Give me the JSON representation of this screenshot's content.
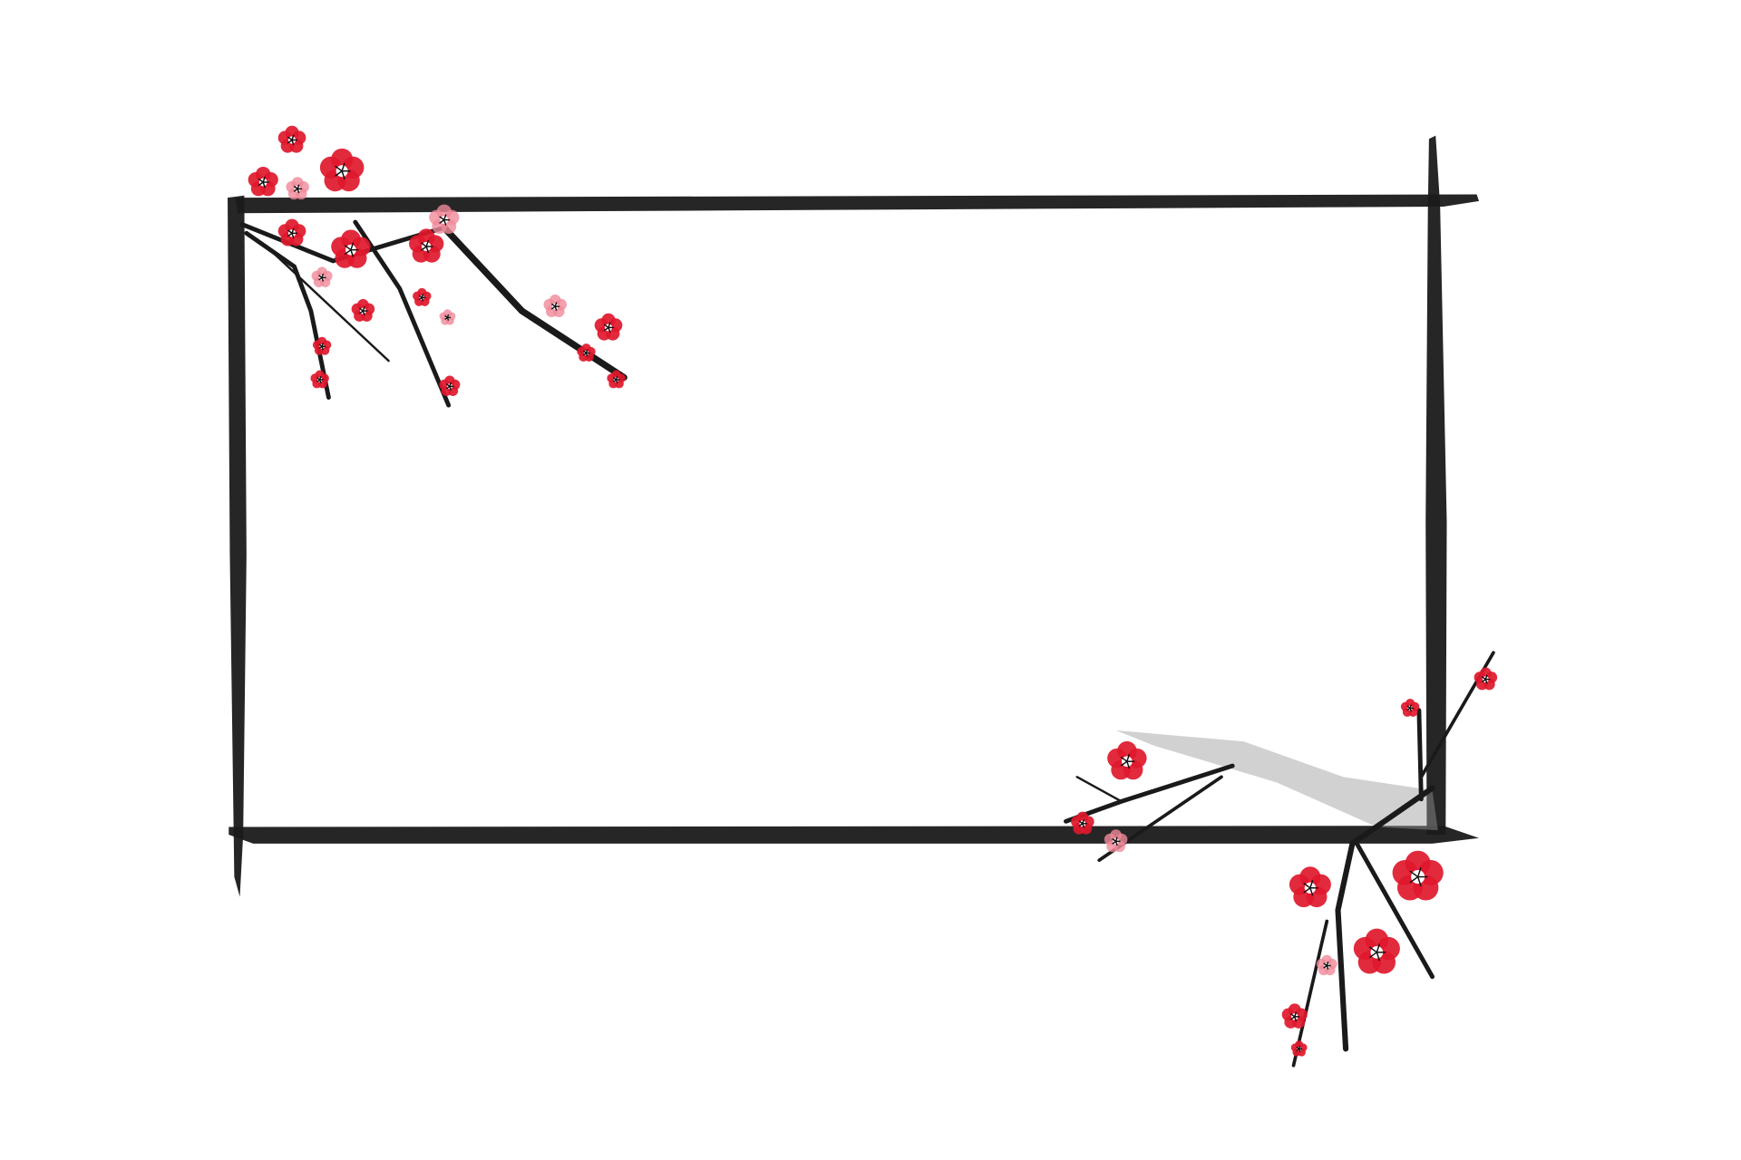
{
  "colors": {
    "background": "#ffffff",
    "ink": "#1a1a1a",
    "blossom": "#e0182d",
    "blossom_light": "#f08a9a",
    "stamen": "#111111"
  },
  "decoration": {
    "style": "ink-brush frame with plum blossom branches",
    "blossom_clusters": [
      "top-left",
      "bottom-right"
    ]
  }
}
